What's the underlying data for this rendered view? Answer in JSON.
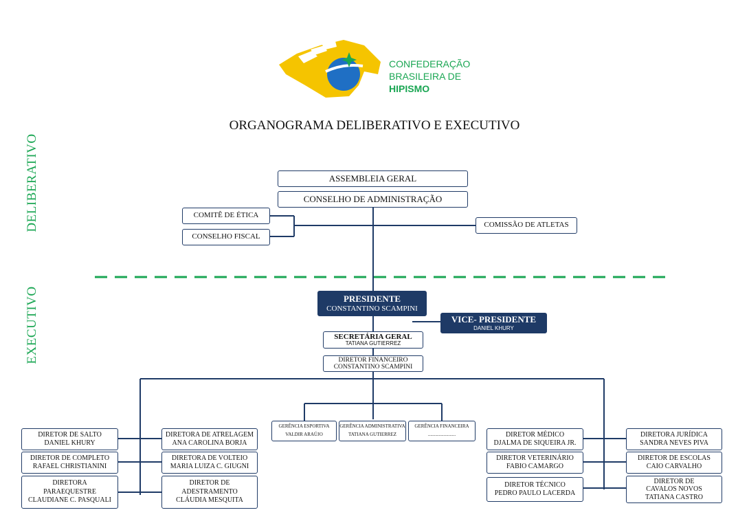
{
  "header": {
    "logo_lines": [
      "CONFEDERAÇÃO",
      "BRASILEIRA DE",
      "HIPISMO"
    ],
    "title": "ORGANOGRAMA  DELIBERATIVO E EXECUTIVO"
  },
  "side_labels": {
    "deliberativo": "DELIBERATIVO",
    "executivo": "EXECUTIVO"
  },
  "deliberativo": {
    "assembleia": "ASSEMBLEIA GERAL",
    "conselho_adm": "CONSELHO DE ADMINISTRAÇÃO",
    "comite_etica": "COMITÊ DE ÉTICA",
    "conselho_fiscal": "CONSELHO FISCAL",
    "comissao_atletas": "COMISSÃO DE ATLETAS"
  },
  "executivo": {
    "presidente": {
      "title": "PRESIDENTE",
      "name": "CONSTANTINO SCAMPINI"
    },
    "vice": {
      "title": "VICE- PRESIDENTE",
      "name": "DANIEL  KHURY"
    },
    "secretaria": {
      "title": "SECRETÁRIA GERAL",
      "name": "TATIANA GUTIERREZ"
    },
    "diretor_financeiro": {
      "title": "DIRETOR FINANCEIRO",
      "name": "CONSTANTINO SCAMPINI"
    }
  },
  "gerencias": [
    {
      "title": "GERÊNCIA ESPORTIVA",
      "name": "VALDIR ARAÚJO"
    },
    {
      "title": "GERÊNCIA  ADMINISTRATIVA",
      "name": "TATIANA GUTIERREZ"
    },
    {
      "title": "GERÊNCIA FINANCEIRA",
      "name": "......................."
    }
  ],
  "diretores_esquerda": [
    {
      "title": "DIRETOR DE SALTO",
      "name": "DANIEL  KHURY"
    },
    {
      "title": "DIRETOR DE COMPLETO",
      "name": "RAFAEL CHRISTIANINI"
    },
    {
      "title": "DIRETORA",
      "title2": "PARAEQUESTRE",
      "name": "CLAUDIANE C. PASQUALI"
    }
  ],
  "diretores_centro_esquerda": [
    {
      "title": "DIRETORA DE ATRELAGEM",
      "name": "ANA CAROLINA BORJA"
    },
    {
      "title": "DIRETORA DE VOLTEIO",
      "name": "MARIA LUIZA C. GIUGNI"
    },
    {
      "title": "DIRETOR DE",
      "title2": "ADESTRAMENTO",
      "name": "CLÁUDIA MESQUITA"
    }
  ],
  "diretores_centro_direita": [
    {
      "title": "DIRETOR MÉDICO",
      "name": "DJALMA DE SIQUEIRA JR."
    },
    {
      "title": "DIRETOR VETERINÁRIO",
      "name": "FABIO CAMARGO"
    },
    {
      "title": "DIRETOR TÉCNICO",
      "name": "PEDRO PAULO LACERDA"
    }
  ],
  "diretores_direita": [
    {
      "title": "DIRETORA JURÍDICA",
      "name": "SANDRA NEVES PIVA"
    },
    {
      "title": "DIRETOR DE ESCOLAS",
      "name": "CAIO CARVALHO"
    },
    {
      "title": "DIRETOR DE",
      "title2": "CAVALOS NOVOS",
      "name": "TATIANA CASTRO"
    }
  ],
  "colors": {
    "navy": "#1e3a66",
    "green": "#1aa653",
    "yellow": "#f5c400",
    "blue": "#1f6fc4"
  }
}
